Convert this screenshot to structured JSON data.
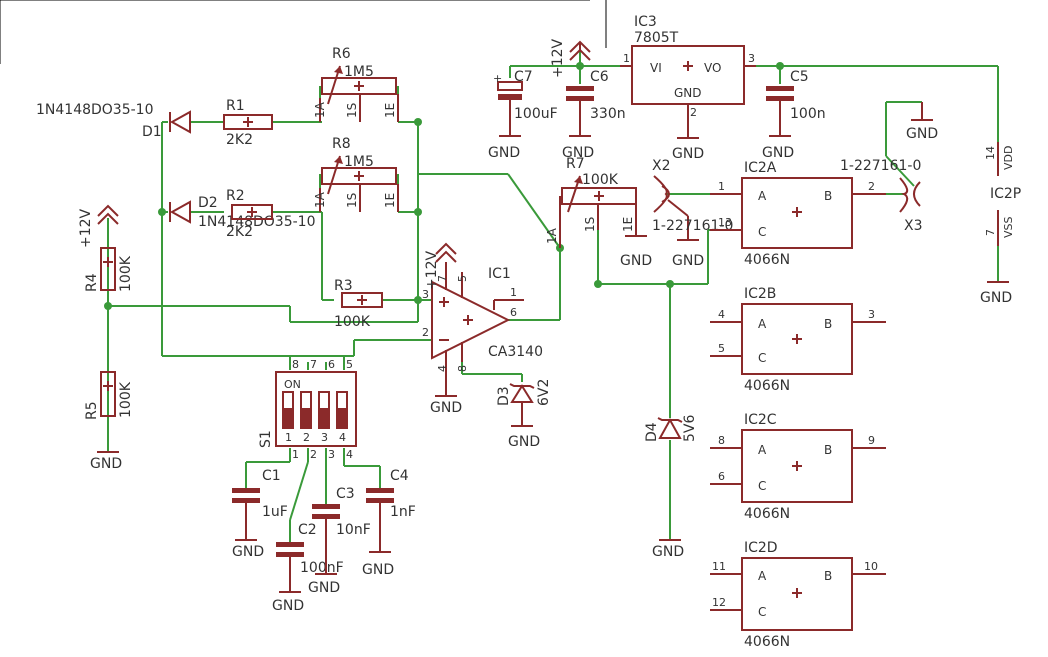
{
  "schematic": {
    "ic3": {
      "name": "IC3",
      "value": "7805T",
      "pins": {
        "vi": "VI",
        "vo": "VO",
        "gnd": "GND",
        "p1": "1",
        "p2": "2",
        "p3": "3"
      }
    },
    "c7": {
      "name": "C7",
      "value": "100uF"
    },
    "c6": {
      "name": "C6",
      "value": "330n"
    },
    "c5": {
      "name": "C5",
      "value": "100n"
    },
    "r6": {
      "name": "R6",
      "value": "1M5"
    },
    "r8": {
      "name": "R8",
      "value": "1M5"
    },
    "r7": {
      "name": "R7",
      "value": "100K"
    },
    "pot_pins": {
      "a": "1A",
      "s": "1S",
      "e": "1E"
    },
    "r1": {
      "name": "R1",
      "value": "2K2"
    },
    "r2": {
      "name": "R2",
      "value": "2K2"
    },
    "r3": {
      "name": "R3",
      "value": "100K"
    },
    "r4": {
      "name": "R4",
      "value": "100K"
    },
    "r5": {
      "name": "R5",
      "value": "100K"
    },
    "d1": {
      "name": "D1",
      "value": "1N4148DO35-10"
    },
    "d2": {
      "name": "D2",
      "value": "1N4148DO35-10"
    },
    "d3": {
      "name": "D3",
      "value": "6V2"
    },
    "d4": {
      "name": "D4",
      "value": "5V6"
    },
    "ic1": {
      "name": "IC1",
      "value": "CA3140",
      "pins": {
        "p2": "2",
        "p3": "3",
        "p4": "4",
        "p5": "5",
        "p6": "6",
        "p7": "7",
        "p8": "8",
        "p1": "1"
      }
    },
    "x2": {
      "name": "X2",
      "value": "1-227161-0"
    },
    "x3": {
      "name": "X3",
      "value": "1-227161-0"
    },
    "ic2a": {
      "name": "IC2A",
      "value": "4066N",
      "pin_a": "1",
      "pin_b": "2",
      "pin_c": "13"
    },
    "ic2b": {
      "name": "IC2B",
      "value": "4066N",
      "pin_a": "4",
      "pin_b": "3",
      "pin_c": "5"
    },
    "ic2c": {
      "name": "IC2C",
      "value": "4066N",
      "pin_a": "8",
      "pin_b": "9",
      "pin_c": "6"
    },
    "ic2d": {
      "name": "IC2D",
      "value": "4066N",
      "pin_a": "11",
      "pin_b": "10",
      "pin_c": "12"
    },
    "ic2_labels": {
      "a": "A",
      "b": "B",
      "c": "C"
    },
    "ic2p": {
      "name": "IC2P",
      "vdd": "VDD",
      "vss": "VSS",
      "p14": "14",
      "p7": "7"
    },
    "s1": {
      "name": "S1",
      "on": "ON",
      "sw": [
        "1",
        "2",
        "3",
        "4"
      ],
      "top_pins": [
        "8",
        "7",
        "6",
        "5"
      ],
      "bottom_pins": [
        "1",
        "2",
        "3",
        "4"
      ]
    },
    "c1": {
      "name": "C1",
      "value": "1uF"
    },
    "c2": {
      "name": "C2",
      "value": "100nF"
    },
    "c3": {
      "name": "C3",
      "value": "10nF"
    },
    "c4": {
      "name": "C4",
      "value": "1nF"
    },
    "nets": {
      "gnd": "GND",
      "v12": "+12V"
    }
  }
}
